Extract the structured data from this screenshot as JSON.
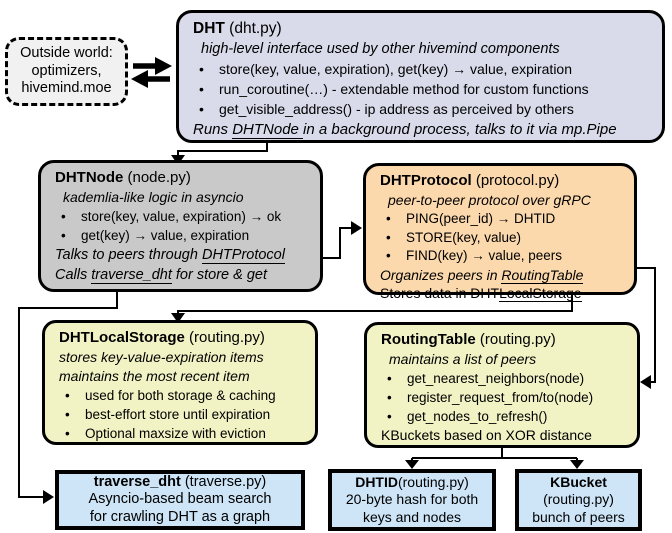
{
  "outside_world": {
    "line1": "Outside world:",
    "line2": "optimizers,",
    "line3": "hivemind.moe"
  },
  "dht": {
    "title": "DHT",
    "file": " (dht.py)",
    "subtitle": "high-level interface used by other hivemind components",
    "bullet1": "store(key, value, expiration), get(key) →  value, expiration",
    "bullet2": "run_coroutine(…) - extendable method for custom functions",
    "bullet3": "get_visible_address() - ip address as perceived by others",
    "footer_pre": "Runs ",
    "footer_link": "DHTNode ",
    "footer_post": "in a background process, talks to it via mp.Pipe"
  },
  "dhtnode": {
    "title": "DHTNode",
    "file": " (node.py)",
    "subtitle": "kademlia-like logic in asyncio",
    "bullet1": "store(key, value, expiration) → ok",
    "bullet2": "get(key) → value, expiration",
    "footer1_pre": "Talks to peers through ",
    "footer1_link": "DHTProtocol",
    "footer2_pre": "Calls ",
    "footer2_link": "traverse_dht",
    "footer2_post": " for store & get"
  },
  "dhtprotocol": {
    "title": "DHTProtocol",
    "file": " (protocol.py)",
    "subtitle": "peer-to-peer protocol over gRPC",
    "bullet1": "PING(peer_id) → DHTID",
    "bullet2": "STORE(key, value)",
    "bullet3": "FIND(key) →  value, peers",
    "footer1_pre": "Organizes peers in ",
    "footer1_link": "RoutingTable",
    "footer2_pre": "Stores data in DHT",
    "footer2_link": "LocalStorage"
  },
  "dhtlocalstorage": {
    "title": "DHTLocalStorage",
    "file": " (routing.py)",
    "subtitle1": "stores key-value-expiration items",
    "subtitle2": "maintains the most recent item",
    "bullet1": "used for both storage & caching",
    "bullet2": "best-effort store until expiration",
    "bullet3": "Optional maxsize with eviction"
  },
  "routingtable": {
    "title": "RoutingTable",
    "file": " (routing.py)",
    "subtitle": "maintains a list of peers",
    "bullet1": "get_nearest_neighbors(node)",
    "bullet2": "register_request_from/to(node)",
    "bullet3": "get_nodes_to_refresh()",
    "footer": "KBuckets based on XOR distance"
  },
  "traverse_dht": {
    "title": "traverse_dht",
    "file": " (traverse.py)",
    "line1": "Asyncio-based beam search",
    "line2": "for crawling DHT as a graph"
  },
  "dhtid": {
    "title": "DHTID",
    "file": "(routing.py)",
    "line1": "20-byte hash for both",
    "line2": "keys and nodes"
  },
  "kbucket": {
    "title": "KBucket",
    "file": "(routing.py)",
    "line1": "bunch of peers"
  },
  "colors": {
    "dht_fill": "#d9dbeb",
    "dhtnode_fill": "#c9c9c9",
    "dhtprotocol_fill": "#fcd9ac",
    "storage_routing_fill": "#f2f3c5",
    "bottom_fill": "#cde5f7",
    "outside_fill": "#f1f1f1",
    "border": "#000000"
  }
}
